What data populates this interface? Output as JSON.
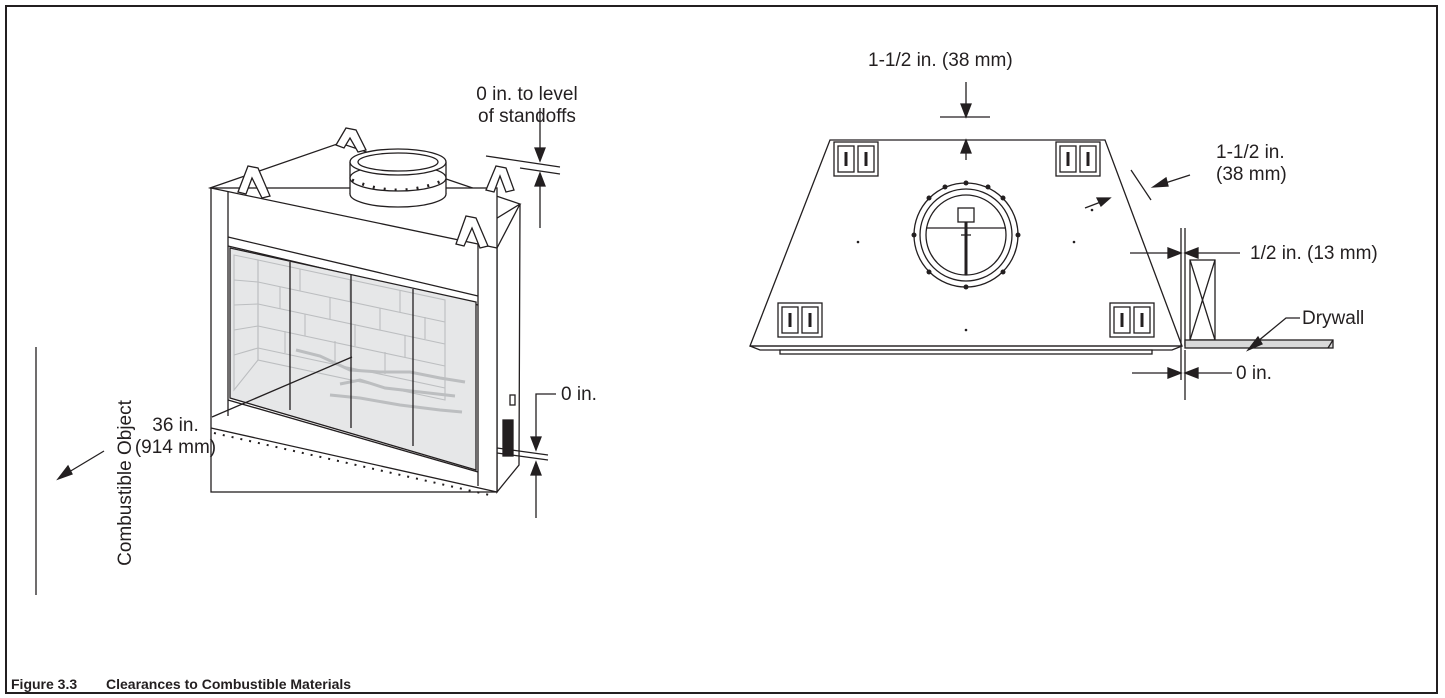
{
  "labels": {
    "top_clearance_line1": "0 in. to level",
    "top_clearance_line2": "of standoffs",
    "combustible_object": "Combustible Object",
    "front_distance_line1": "36 in.",
    "front_distance_line2": "(914 mm)",
    "bottom_clearance": "0 in.",
    "top_view_top": "1-1/2 in. (38 mm)",
    "top_view_side_line1": "1-1/2 in.",
    "top_view_side_line2": "(38 mm)",
    "nailing_flange": "1/2 in. (13 mm)",
    "drywall": "Drywall",
    "face_clearance": "0 in."
  },
  "caption": {
    "number": "Figure 3.3",
    "title": "Clearances to Combustible Materials"
  },
  "colors": {
    "line": "#231f20",
    "glass": "#e6e7e8",
    "brick": "#bcbec0",
    "drywall": "#d9d9d9"
  }
}
